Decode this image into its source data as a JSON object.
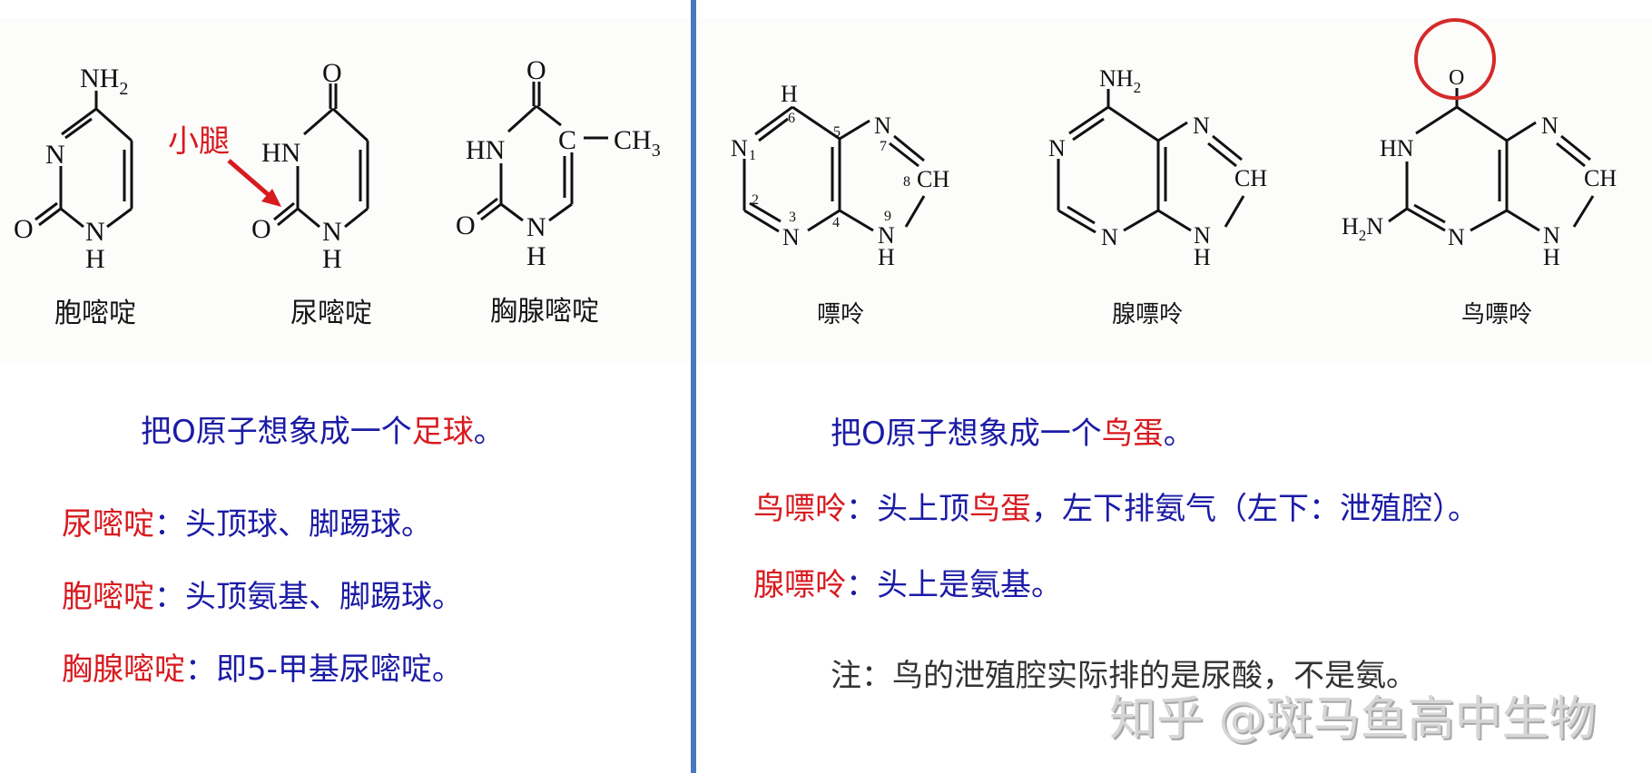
{
  "left_panel": {
    "structures": [
      {
        "name": "胞嘧啶",
        "substituent_top": "NH2",
        "atoms": [
          "N",
          "O",
          "N",
          "H"
        ]
      },
      {
        "name": "尿嘧啶",
        "substituent_top": "O",
        "atoms": [
          "HN",
          "O",
          "N",
          "H"
        ]
      },
      {
        "name": "胸腺嘧啶",
        "substituent_top": "O",
        "atoms": [
          "HN",
          "C",
          "CH3",
          "O",
          "N",
          "H"
        ]
      }
    ],
    "annotation": {
      "text": "小腿",
      "color": "#d81a1f"
    },
    "title": {
      "prefix": "把O原子想象成一个",
      "highlight": "足球",
      "suffix": "。"
    },
    "mnemonics": [
      {
        "term": "尿嘧啶",
        "sep": "：",
        "desc": "头顶球、脚踢球。"
      },
      {
        "term": "胞嘧啶",
        "sep": "：",
        "desc": "头顶氨基、脚踢球。"
      },
      {
        "term": "胸腺嘧啶",
        "sep": "：",
        "desc": "即5-甲基尿嘧啶。"
      }
    ]
  },
  "right_panel": {
    "structures": [
      {
        "name": "嘌呤",
        "numbering": [
          "1",
          "2",
          "3",
          "4",
          "5",
          "6",
          "7",
          "8",
          "9"
        ],
        "atoms": [
          "H",
          "N",
          "N",
          "N",
          "CH",
          "N",
          "H"
        ]
      },
      {
        "name": "腺嘌呤",
        "substituent_top": "NH2",
        "atoms": [
          "N",
          "N",
          "N",
          "CH",
          "N",
          "H"
        ]
      },
      {
        "name": "鸟嘌呤",
        "substituent_top": "O",
        "atoms": [
          "HN",
          "H2N",
          "N",
          "N",
          "CH",
          "N",
          "H"
        ],
        "highlight_circle_color": "#d42a2a"
      }
    ],
    "title": {
      "prefix": "把O原子想象成一个",
      "highlight": "鸟蛋",
      "suffix": "。"
    },
    "mnemonics": [
      {
        "term": "鸟嘌呤",
        "sep": "：",
        "desc_a": "头上顶",
        "desc_highlight": "鸟蛋",
        "desc_b": "，左下排氨气（左下：泄殖腔）。"
      },
      {
        "term": "腺嘌呤",
        "sep": "：",
        "desc_a": "头上是氨基。"
      }
    ],
    "note": "注：鸟的泄殖腔实际排的是尿酸，不是氨。"
  },
  "watermark": "知乎 @斑马鱼高中生物",
  "colors": {
    "blue": "#1b1ba6",
    "red": "#d81a1f",
    "divider": "#4a78c0"
  }
}
